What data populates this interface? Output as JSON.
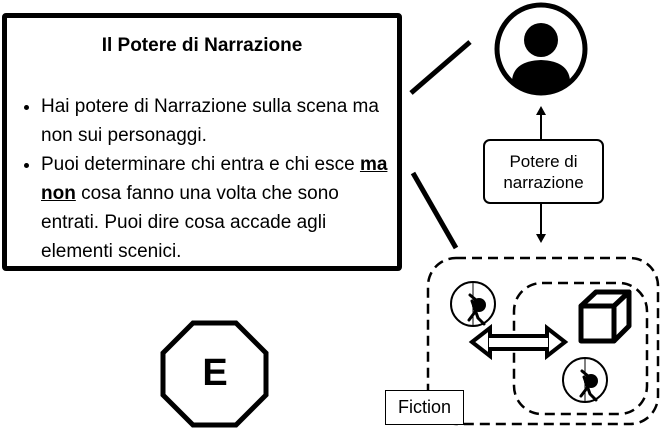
{
  "card": {
    "title": "Il Potere di Narrazione",
    "bullet1": "Hai potere di Narrazione sulla scena ma non sui personaggi.",
    "bullet2_before": "Puoi determinare chi entra e chi esce ",
    "bullet2_emph": "ma non",
    "bullet2_after": " cosa fanno una volta che sono entrati. Puoi dire cosa accade agli elementi scenici."
  },
  "middle_box": {
    "label": "Potere di narrazione"
  },
  "fiction": {
    "label": "Fiction"
  },
  "octagon": {
    "letter": "E"
  },
  "icons": {
    "top": "user-avatar-icon",
    "character": "climber-character-icon",
    "object": "cube-icon"
  }
}
